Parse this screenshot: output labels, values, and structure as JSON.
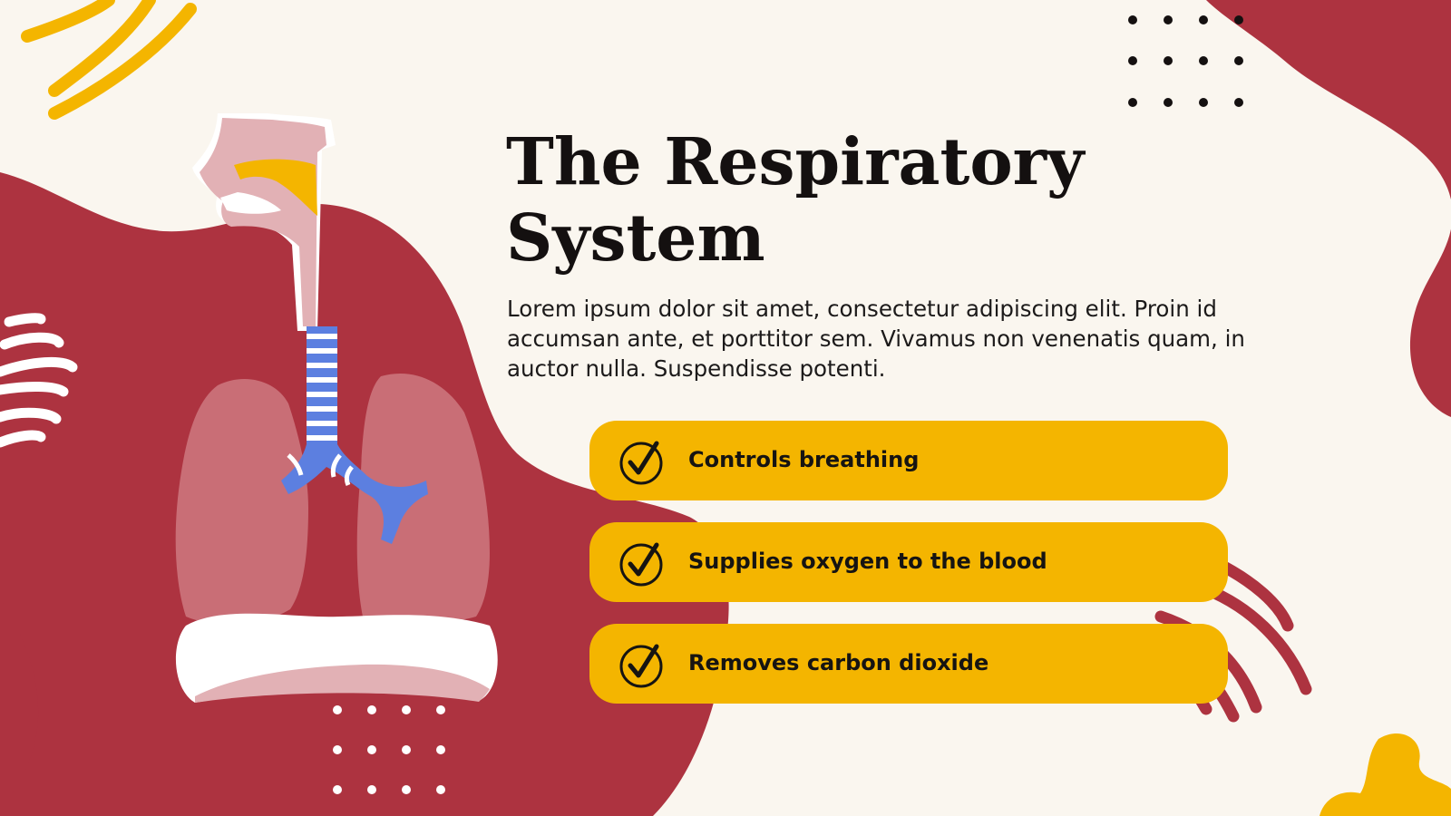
{
  "slide": {
    "title": "The Respiratory System",
    "body": "Lorem ipsum dolor sit amet, consectetur adipiscing elit. Proin id accumsan ante, et porttitor sem. Vivamus non venenatis quam, in auctor nulla. Suspendisse potenti.",
    "features": [
      {
        "label": "Controls breathing",
        "icon": "check-circle-icon"
      },
      {
        "label": "Supplies oxygen to the blood",
        "icon": "check-circle-icon"
      },
      {
        "label": "Removes carbon dioxide",
        "icon": "check-circle-icon"
      }
    ],
    "illustration": "respiratory-system-illustration"
  },
  "colors": {
    "background": "#faf6ef",
    "blob": "#ad3340",
    "accent_yellow": "#f4b500",
    "text": "#141010",
    "trachea": "#5c7fe0",
    "lung": "#c96e76",
    "pink": "#e2b1b5"
  }
}
